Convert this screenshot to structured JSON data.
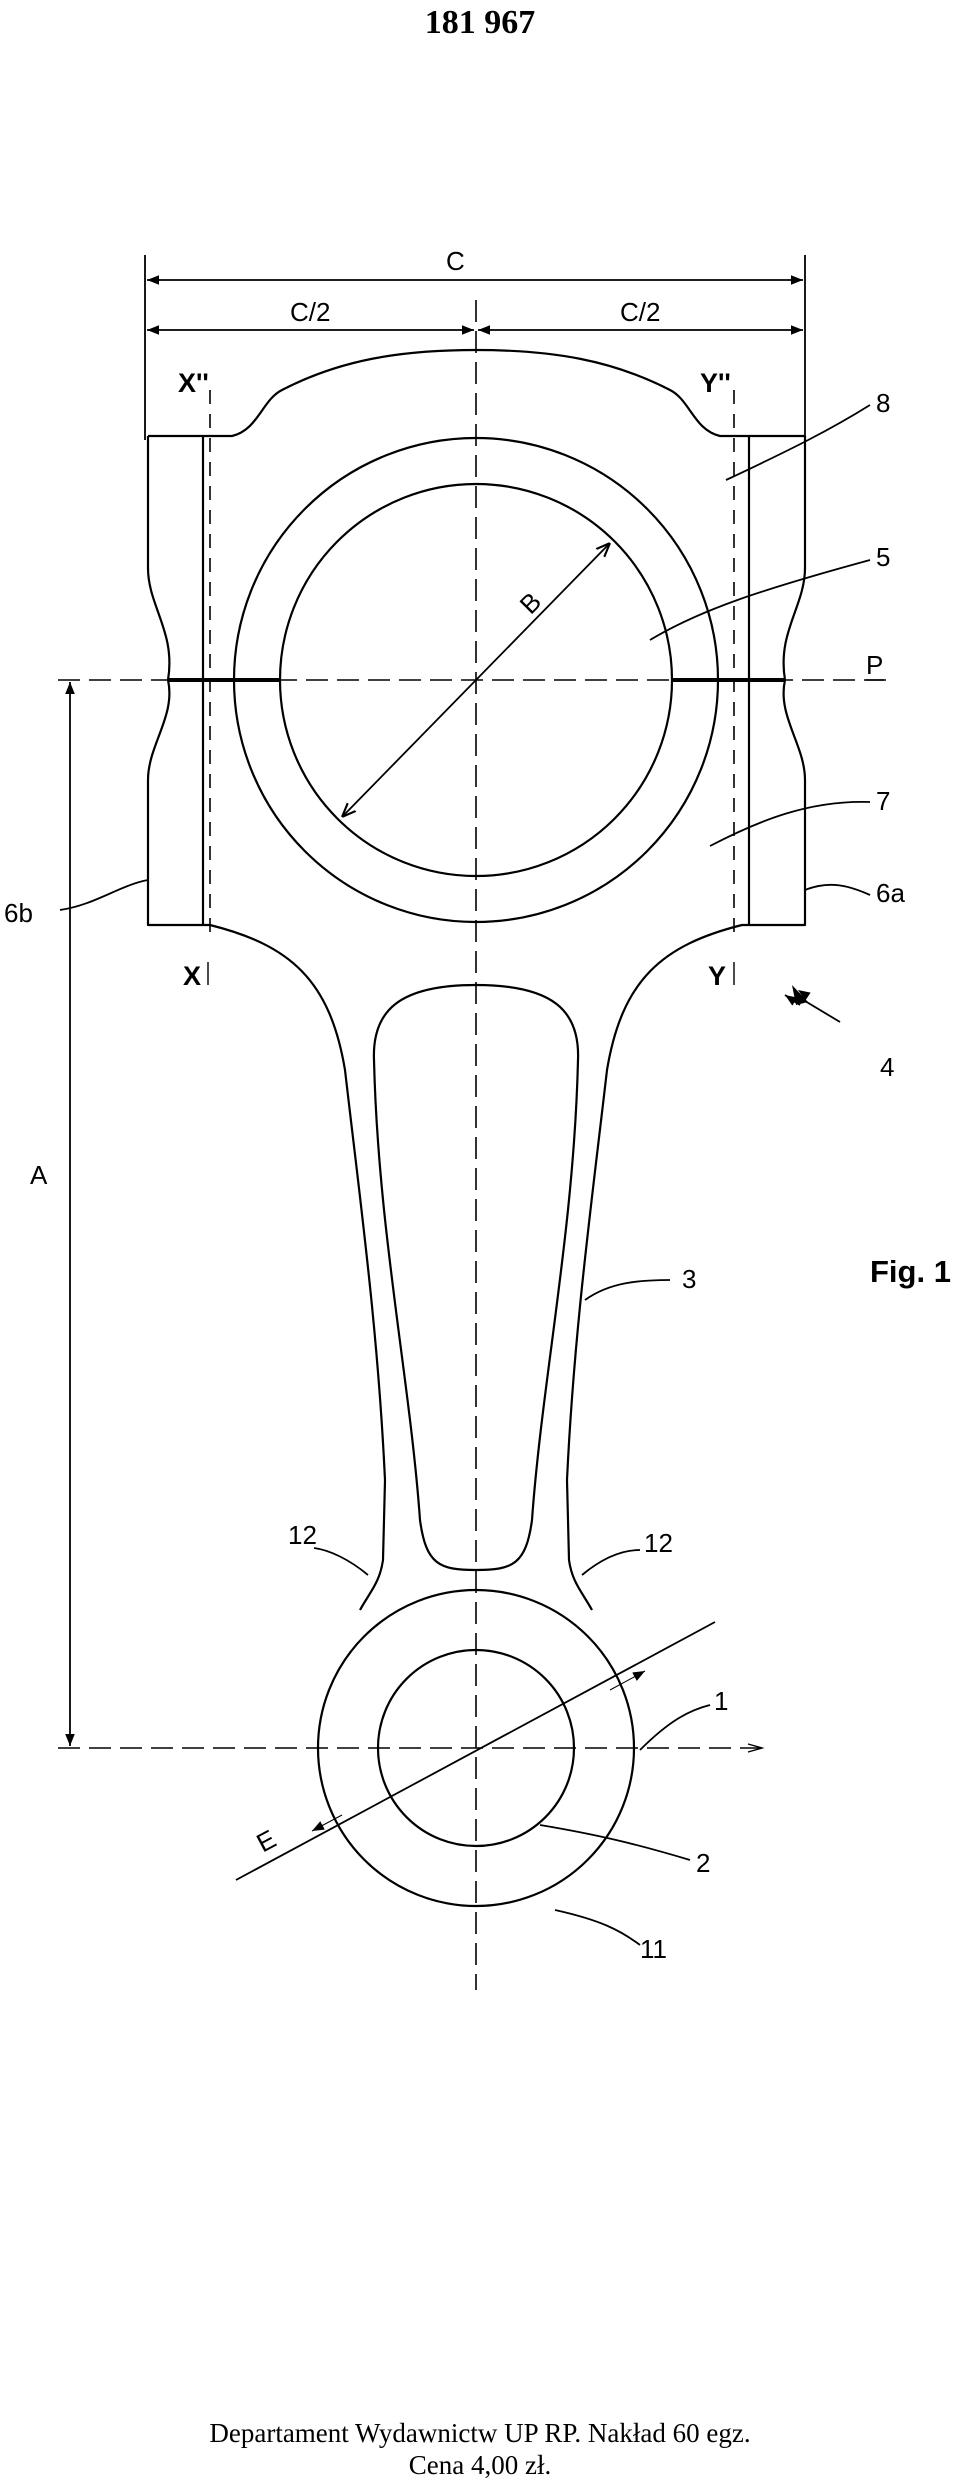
{
  "page_number": "181 967",
  "figure_caption": "Fig. 1",
  "labels": {
    "C": "C",
    "C2_left": "C/2",
    "C2_right": "C/2",
    "X_top": "X''",
    "Y_top": "Y''",
    "X_bottom": "X",
    "Y_bottom": "Y",
    "B": "B",
    "P": "P",
    "A": "A",
    "E": "E",
    "ref_8": "8",
    "ref_5": "5",
    "ref_7": "7",
    "ref_6a": "6a",
    "ref_6b": "6b",
    "ref_4": "4",
    "ref_3": "3",
    "ref_12_left": "12",
    "ref_12_right": "12",
    "ref_1": "1",
    "ref_2": "2",
    "ref_11": "11"
  },
  "footer": {
    "line1": "Departament Wydawnictw UP RP. Nakład 60 egz.",
    "line2": "Cena 4,00 zł."
  }
}
